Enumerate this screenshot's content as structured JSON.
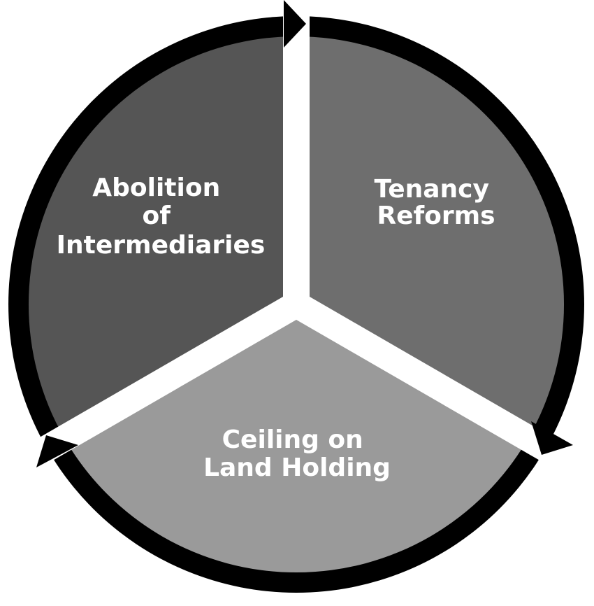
{
  "diagram": {
    "segments": [
      {
        "id": "abolition",
        "lines": [
          "Abolition",
          "of",
          "Intermediaries"
        ]
      },
      {
        "id": "tenancy",
        "lines": [
          "Tenancy",
          "Reforms"
        ]
      },
      {
        "id": "ceiling",
        "lines": [
          "Ceiling on",
          "Land Holding"
        ]
      }
    ]
  },
  "colors": {
    "background": "#ffffff",
    "ring": "#000000",
    "segment_abolition": "#555555",
    "segment_tenancy": "#6e6e6e",
    "segment_ceiling": "#9a9a9a",
    "label": "#ffffff"
  }
}
